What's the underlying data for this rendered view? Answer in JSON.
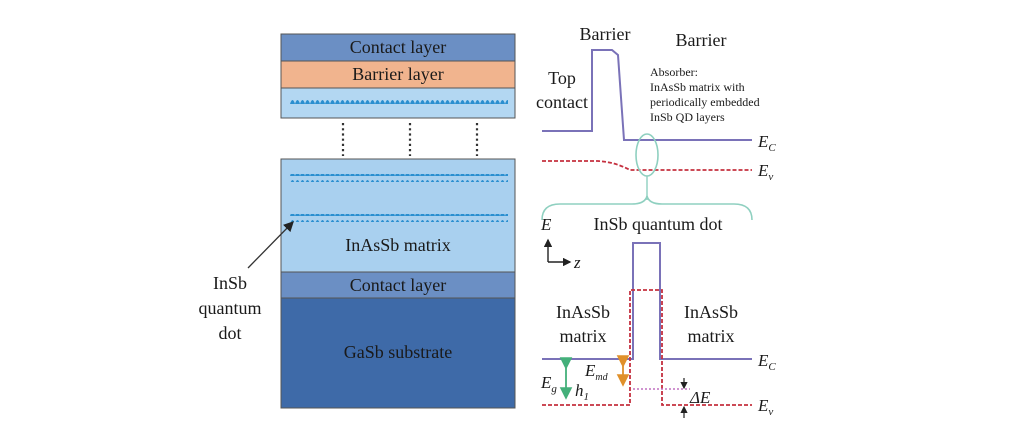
{
  "stack": {
    "top_contact_label": "Contact layer",
    "barrier_label": "Barrier layer",
    "matrix_label": "InAsSb matrix",
    "bottom_contact_label": "Contact layer",
    "substrate_label": "GaSb substrate",
    "qd_callout": [
      "InSb",
      "quantum",
      "dot"
    ]
  },
  "band_top": {
    "barrier_label_left": "Barrier",
    "barrier_label_right": "Barrier",
    "top_contact_label": [
      "Top",
      "contact"
    ],
    "absorber_note": [
      "Absorber:",
      "InAsSb matrix with",
      "periodically embedded",
      "InSb QD layers"
    ],
    "ec_label": "E",
    "ec_sub": "C",
    "ev_label": "E",
    "ev_sub": "v"
  },
  "band_bottom": {
    "title": "InSb quantum dot",
    "axis_e": "E",
    "axis_z": "z",
    "matrix_left": [
      "InAsSb",
      "matrix"
    ],
    "matrix_right": [
      "InAsSb",
      "matrix"
    ],
    "ec_label": "E",
    "ec_sub": "C",
    "ev_label": "E",
    "ev_sub": "v",
    "eg_label": "E",
    "eg_sub": "g",
    "emd_label": "E",
    "emd_sub": "md",
    "h1_label": "h",
    "h1_sub": "1",
    "delta_e_label": "ΔE"
  },
  "colors": {
    "contact": "#6b8fc4",
    "barrier": "#f1b48e",
    "matrix": "#a9d0ef",
    "matrix_top": "#b3d7f2",
    "qd_wave": "#2b8fd0",
    "substrate": "#3e6aa8",
    "ec_line": "#7a72b8",
    "ev_line": "#c5303f",
    "bracket": "#8fd0c0",
    "arrow_green": "#44b07a",
    "arrow_orange": "#e0902a",
    "ec_dot": "#c070c0"
  }
}
